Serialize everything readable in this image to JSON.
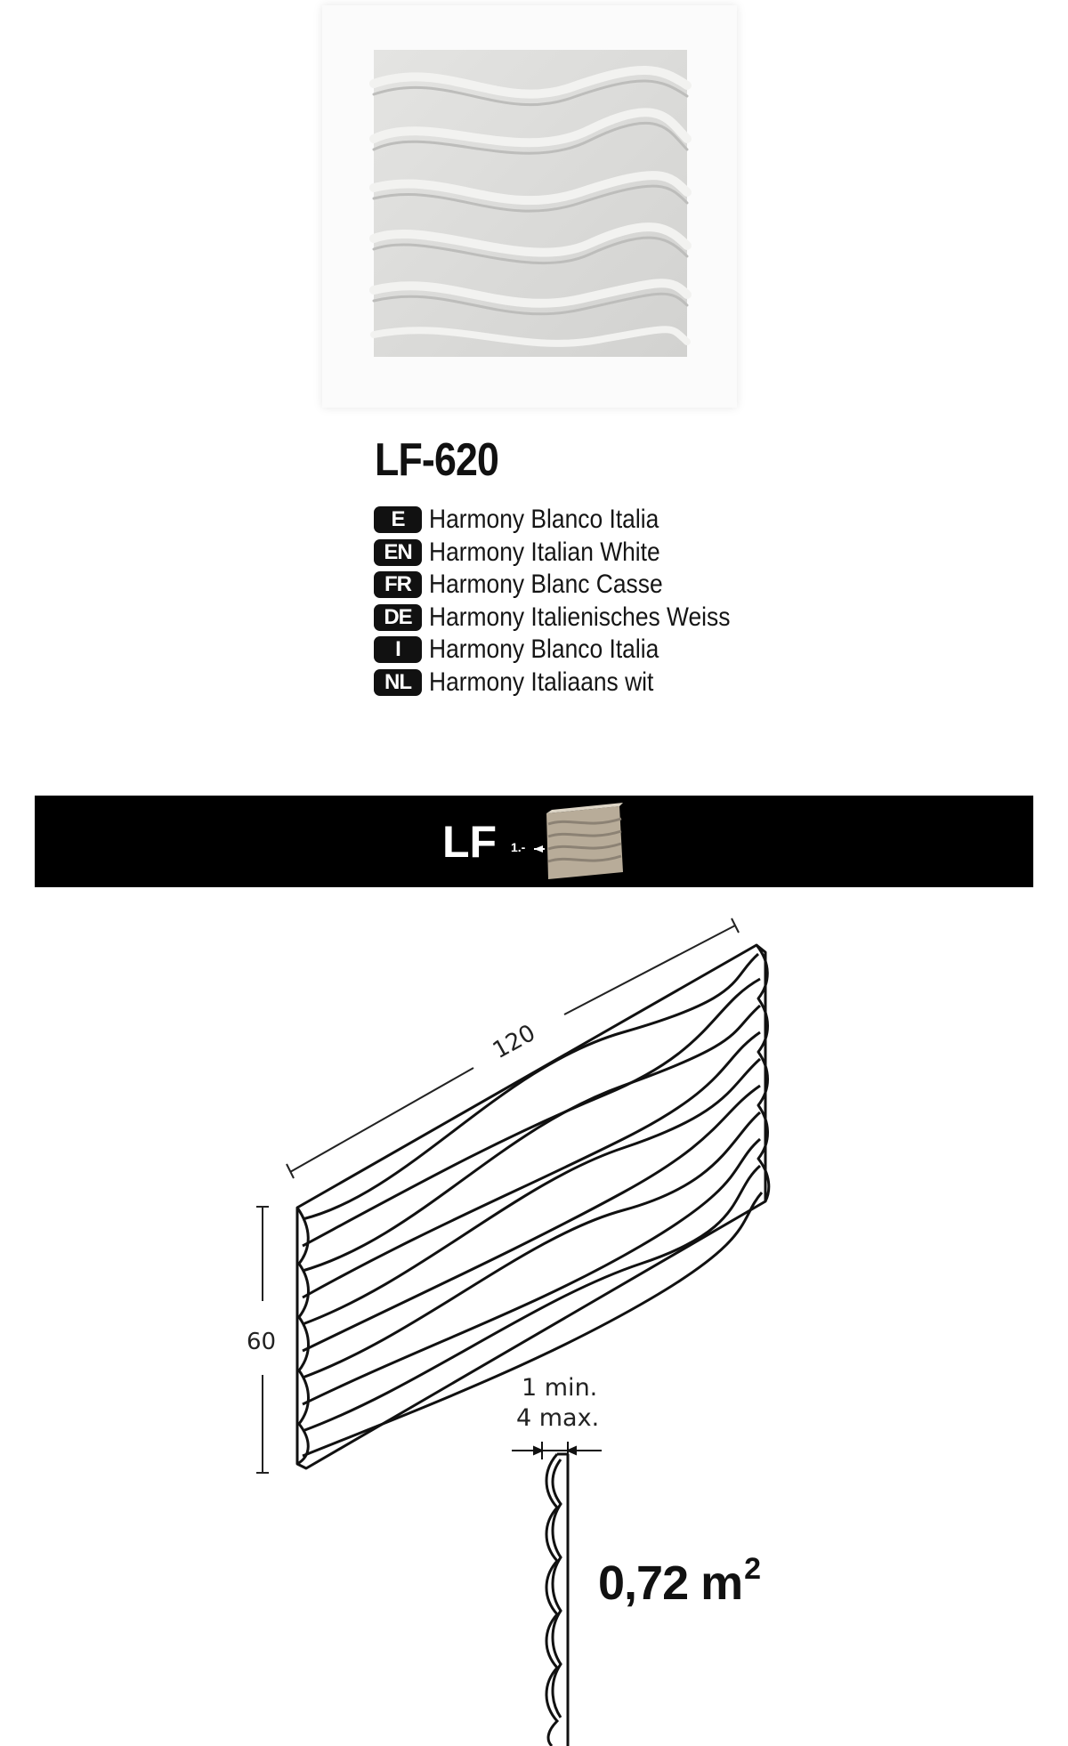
{
  "product": {
    "code": "LF-620"
  },
  "languages": [
    {
      "code": "E",
      "name": "Harmony Blanco Italia"
    },
    {
      "code": "EN",
      "name": "Harmony Italian White"
    },
    {
      "code": "FR",
      "name": "Harmony Blanc Casse"
    },
    {
      "code": "DE",
      "name": "Harmony Italienisches Weiss"
    },
    {
      "code": "I",
      "name": "Harmony Blanco Italia"
    },
    {
      "code": "NL",
      "name": "Harmony Italiaans wit"
    }
  ],
  "banner": {
    "label": "LF",
    "step": "1.-",
    "icon": "panel-thumbnail-icon"
  },
  "drawing": {
    "width_label": "120",
    "height_label": "60",
    "thickness_min": "1 min.",
    "thickness_max": "4 max.",
    "area_value": "0,72 m",
    "area_exponent": "2"
  },
  "colors": {
    "banner_bg": "#000000",
    "badge_bg": "#111111",
    "panel_face": "#d9d9d7"
  }
}
